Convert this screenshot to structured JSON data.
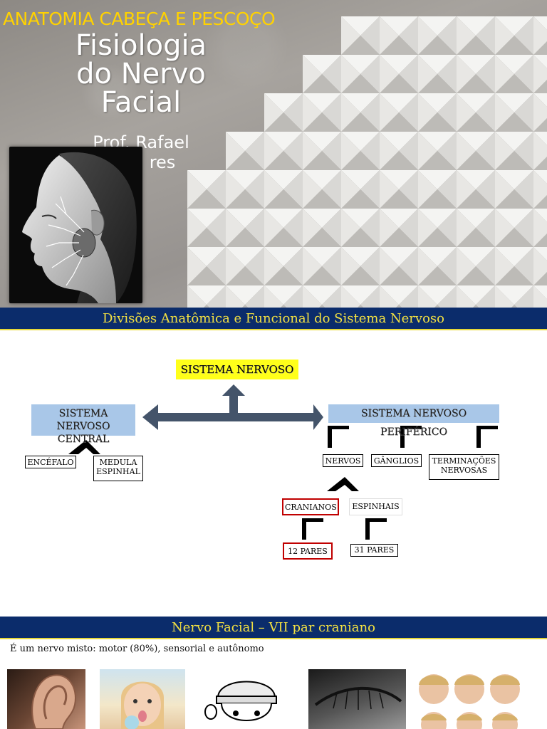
{
  "slide1": {
    "header": "ANATOMIA CABEÇA E PESCOÇO",
    "title_lines": [
      "Fisiologia",
      "do  Nervo",
      "Facial"
    ],
    "author_lines": [
      "Prof. Rafael",
      "res"
    ],
    "colors": {
      "header": "#ffd200",
      "title": "#ffffff"
    }
  },
  "slide2": {
    "banner": "Divisões Anatômica e Funcional do Sistema Nervoso",
    "root": "SISTEMA NERVOSO",
    "central": "SISTEMA NERVOSO CENTRAL",
    "peripheral": "SISTEMA NERVOSO PERIFÉRICO",
    "central_children": [
      "ENCÉFALO",
      "MEDULA ESPINHAL"
    ],
    "peripheral_children": [
      "NERVOS",
      "GÂNGLIOS",
      "TERMINAÇÕES NERVOSAS"
    ],
    "nerves_children": [
      "CRANIANOS",
      "ESPINHAIS"
    ],
    "counts": [
      "12 PARES",
      "31 PARES"
    ],
    "colors": {
      "banner_bg": "#0b2c6b",
      "banner_text": "#f3e142",
      "highlight": "#ffff1a",
      "box": "#a9c7e8",
      "arrow": "#44546a",
      "emphasis": "#c00000"
    }
  },
  "slide3": {
    "banner": "Nervo Facial – VII par craniano",
    "text": "É um nervo misto: motor (80%), sensorial e autônomo"
  }
}
